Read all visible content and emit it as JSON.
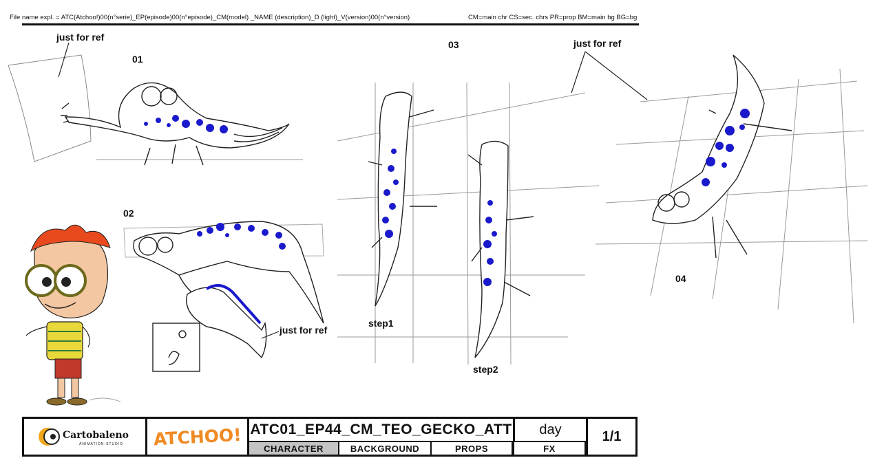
{
  "header": {
    "file_name_expl": "File name expl. = ATC(Atchoo!)00(n°serie)_EP(episode)00(n°episode)_CM(model) _NAME (description)_D (light)_V(version)00(n°version)",
    "abbreviations": "CM=main chr  CS=sec. chrs PR=prop  BM=main bg  BG=bg"
  },
  "sheet": {
    "views": [
      "01",
      "02",
      "03",
      "04"
    ],
    "steps": [
      "step1",
      "step2"
    ],
    "ref_note": "just for ref"
  },
  "title_block": {
    "studio_logo": "Cartobaleno",
    "studio_sub": "ANIMATION-STUDIO",
    "show_logo": "ATCHOO!",
    "file_name": "ATC01_EP44_CM_TEO_GECKO_ATT",
    "light": "day",
    "page": "1/1",
    "categories": [
      "CHARACTER",
      "BACKGROUND",
      "PROPS",
      "FX"
    ],
    "selected_category": "CHARACTER"
  },
  "colors": {
    "spots": "#1a1acc",
    "line": "#222222",
    "hair": "#e84a1e",
    "shirt": "#e8d83a"
  }
}
